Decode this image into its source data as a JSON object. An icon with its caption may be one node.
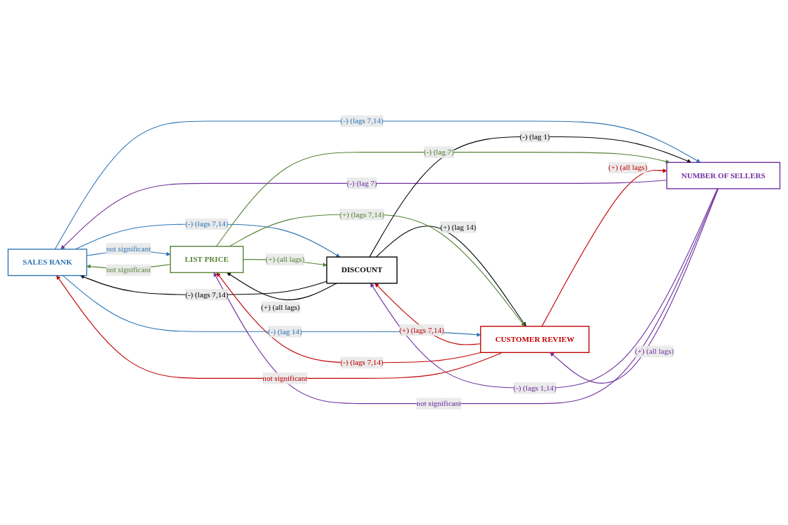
{
  "diagram": {
    "nodes": [
      {
        "text": [
          "SALES RANK"
        ]
      },
      {
        "text": [
          "DISCOUNT"
        ]
      },
      {
        "text": [
          "LIST PRICE"
        ]
      },
      {
        "text": [
          "CUSTOMER REVIEW"
        ]
      },
      {
        "text": [
          "NUMBER OF SELLERS"
        ]
      }
    ],
    "edges": [
      {
        "from": 2,
        "to": 0,
        "arrow": "to",
        "label": "not significant",
        "color": "#548235"
      },
      {
        "from": 0,
        "to": 2,
        "arrow": "to",
        "label": "not significant",
        "color": "#2e75b6"
      },
      {
        "from": 1,
        "to": 0,
        "arrow": "to",
        "label": "(-) (lags 7,14)",
        "color": "#000000"
      },
      {
        "from": 0,
        "to": 1,
        "arrow": "to",
        "label": "(-) (lags 7,14)",
        "color": "#2e75b6"
      },
      {
        "from": 1,
        "to": 2,
        "arrow": "to",
        "label": "(+) (all lags)",
        "color": "#000000"
      },
      {
        "from": 2,
        "to": 1,
        "arrow": "to",
        "label": "(+) (all lags)",
        "color": "#548235"
      },
      {
        "from": 1,
        "to": 3,
        "arrow": "to",
        "label": "(+) (lag 14)",
        "color": "#000000"
      },
      {
        "from": 3,
        "to": 1,
        "arrow": "to",
        "label": "(+) (lags 7,14)",
        "color": "#c00000"
      },
      {
        "from": 4,
        "to": 0,
        "arrow": "to",
        "label": "(-) (lag 7)",
        "color": "#7030a0"
      },
      {
        "from": 0,
        "to": 4,
        "arrow": "to",
        "label": "(-) (lags 7,14)",
        "color": "#2e75b6"
      },
      {
        "from": 3,
        "to": 2,
        "arrow": "to",
        "label": "(-) (lags 7,14)",
        "color": "#c00000"
      },
      {
        "from": 2,
        "to": 3,
        "arrow": "to",
        "label": "(+) (lags 7,14)",
        "color": "#548235"
      },
      {
        "from": 1,
        "to": 4,
        "arrow": "to",
        "label": "(-) (lag 1)",
        "color": "#000000"
      },
      {
        "from": 4,
        "to": 1,
        "arrow": "to",
        "label": "(-) (lags 1,14)",
        "color": "#7030a0"
      },
      {
        "from": 0,
        "to": 3,
        "arrow": "to",
        "label": "(-) (lag 14)",
        "color": "#2e75b6"
      },
      {
        "from": 3,
        "to": 0,
        "arrow": "to",
        "label": "not significant",
        "color": "#c00000"
      },
      {
        "from": 2,
        "to": 4,
        "arrow": "to",
        "label": "(-) (lag 7)",
        "color": "#548235"
      },
      {
        "from": 4,
        "to": 2,
        "arrow": "to",
        "label": "not significant",
        "color": "#7030a0"
      },
      {
        "from": 4,
        "to": 3,
        "arrow": "to",
        "label": "(+) (all lags)",
        "color": "#7030a0"
      },
      {
        "from": 3,
        "to": 4,
        "arrow": "to",
        "label": "(+) (all lags)",
        "color": "#c00000"
      }
    ]
  }
}
